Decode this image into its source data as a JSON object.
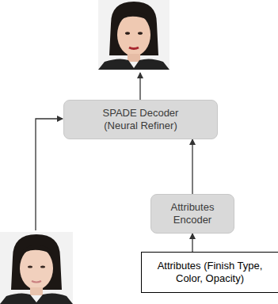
{
  "diagram": {
    "nodes": [
      {
        "text": [
          "SPADE Decoder (Neural Refiner)"
        ]
      },
      {
        "text": [
          "Attributes Encoder"
        ]
      },
      {
        "text": [
          "Attributes (Finish Type, Color, Opacity)"
        ]
      }
    ],
    "edges": [
      {
        "from": 2,
        "to": 1,
        "arrow": "to"
      },
      {
        "from": 1,
        "to": 0,
        "arrow": "to"
      }
    ]
  }
}
